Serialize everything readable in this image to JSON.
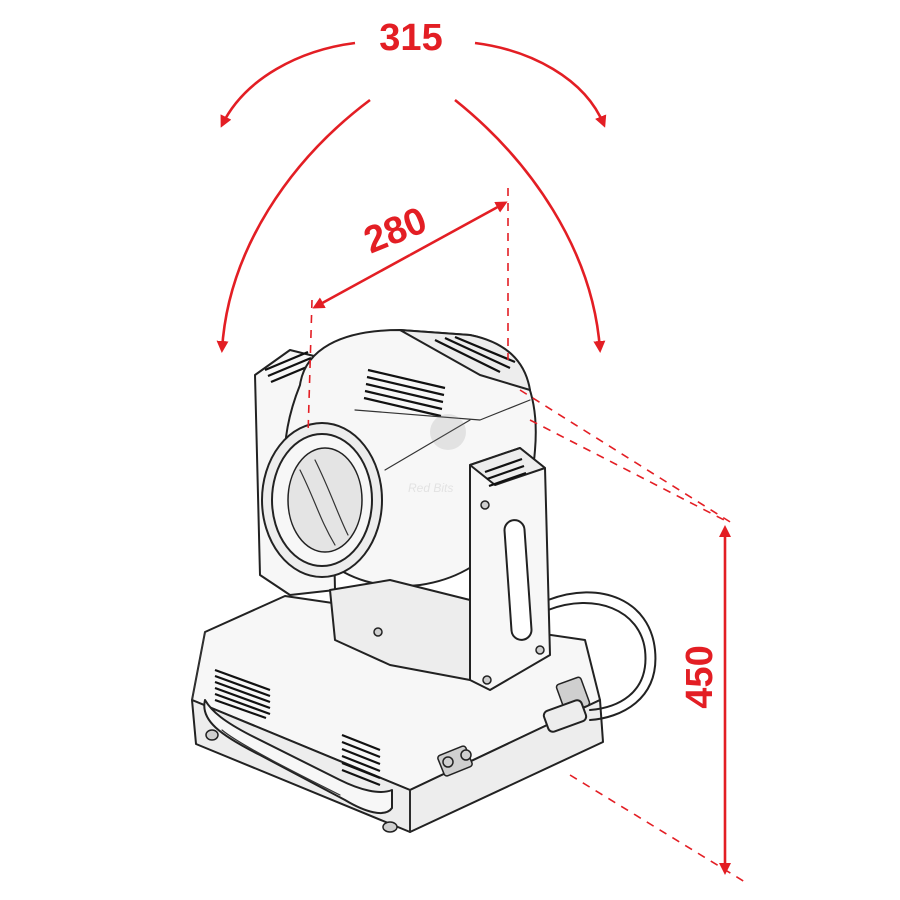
{
  "colors": {
    "dimension": "#e31e24",
    "line_art": "#222222",
    "background": "#ffffff"
  },
  "dimensions": {
    "tilt_angle": "315",
    "pan_width": "280",
    "height": "450"
  },
  "icons": {
    "fixture": "moving-head-fixture-icon",
    "watermark": "watermark-logo-icon"
  }
}
